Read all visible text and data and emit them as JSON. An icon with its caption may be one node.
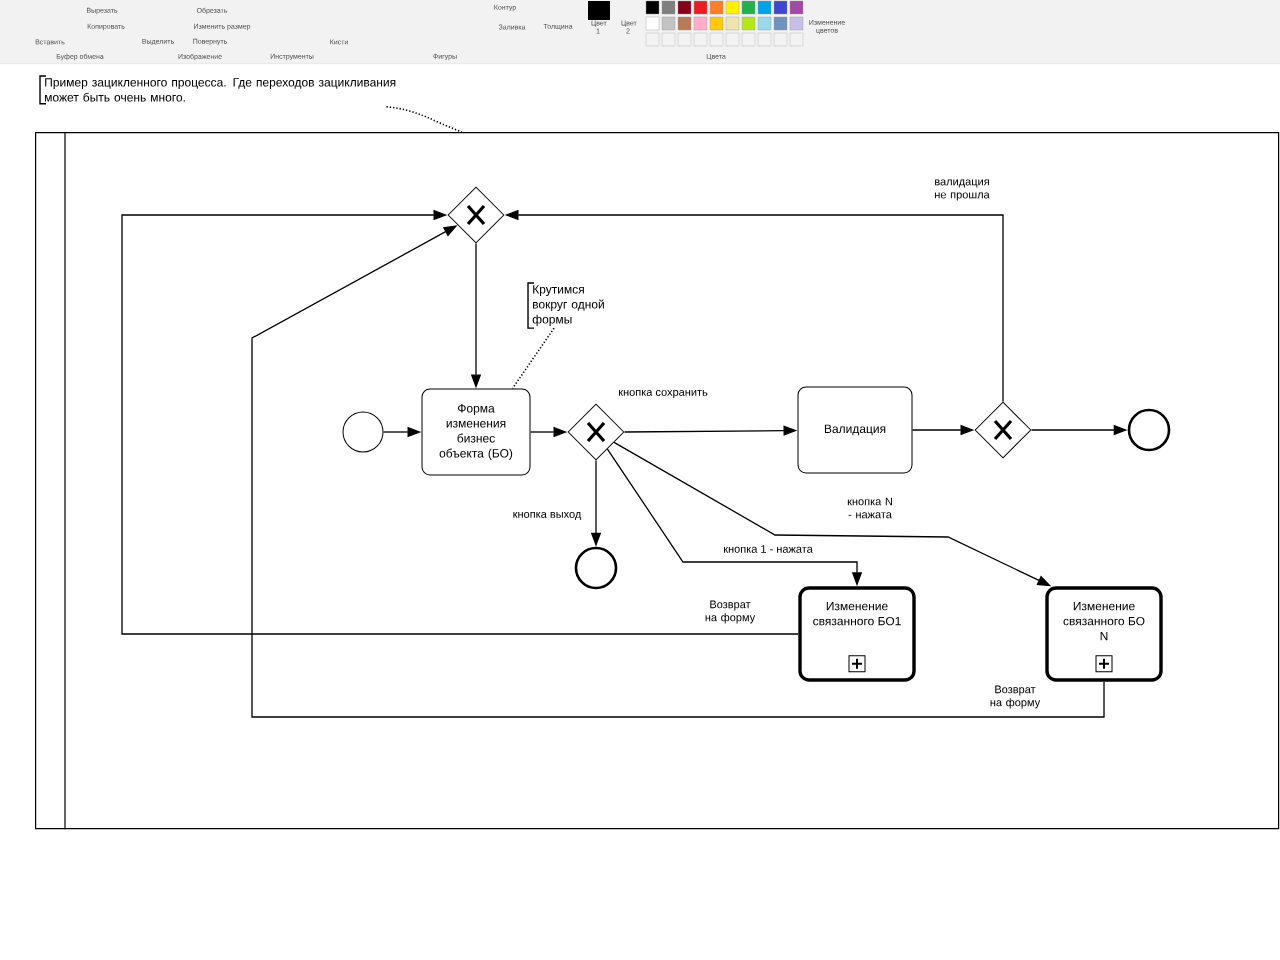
{
  "diagram": {
    "nodes": [
      {
        "text": [],
        "shape": "box"
      },
      {
        "text": [
          "Пример зацикленного процесса. Где переходов зацикливания может быть очень много."
        ]
      },
      {
        "text": [],
        "shape": "diamond",
        "in": 0
      },
      {
        "text": [
          "Крутимся вокруг одной формы"
        ],
        "in": 0
      },
      {
        "text": [],
        "shape": "circle",
        "in": 0
      },
      {
        "text": [
          "Форма изменения бизнес объекта (БО)"
        ],
        "in": 0
      },
      {
        "text": [],
        "shape": "diamond",
        "in": 0
      },
      {
        "text": [
          "Валидация"
        ],
        "in": 0
      },
      {
        "text": [],
        "shape": "diamond",
        "in": 0
      },
      {
        "text": [],
        "shape": "circle",
        "in": 0
      },
      {
        "text": [],
        "shape": "circle",
        "in": 0
      },
      {
        "text": [
          "Изменение связанного БО1"
        ],
        "in": 0
      },
      {
        "text": [
          "Изменение связанного БО N"
        ],
        "in": 0
      }
    ],
    "edges": [
      {
        "from": 1,
        "to": 0,
        "arrow": "none",
        "style": "dashed"
      },
      {
        "from": 3,
        "to": 5,
        "arrow": "none",
        "style": "dashed"
      },
      {
        "from": 4,
        "to": 5,
        "arrow": "to"
      },
      {
        "from": 2,
        "to": 5,
        "arrow": "to"
      },
      {
        "from": 5,
        "to": 6,
        "arrow": "to"
      },
      {
        "from": 6,
        "to": 7,
        "arrow": "to",
        "label": "кнопка сохранить"
      },
      {
        "from": 7,
        "to": 8,
        "arrow": "to"
      },
      {
        "from": 8,
        "to": 9,
        "arrow": "to"
      },
      {
        "from": 8,
        "to": 2,
        "arrow": "to",
        "label": "валидация не прошла"
      },
      {
        "from": 6,
        "to": 10,
        "arrow": "to",
        "label": "кнопка выход"
      },
      {
        "from": 6,
        "to": 11,
        "arrow": "to",
        "label": "кнопка 1 - нажата"
      },
      {
        "from": 6,
        "to": 12,
        "arrow": "to",
        "label": "кнопка N - нажата"
      },
      {
        "from": 11,
        "to": 2,
        "arrow": "to",
        "label": "Возврат на форму"
      },
      {
        "from": 12,
        "to": 2,
        "arrow": "to",
        "label": "Возврат на форму"
      }
    ],
    "labels": [
      "Вырезать",
      "Обрезать",
      "Контур",
      "Копировать",
      "Изменить размер",
      "Заливка",
      "Толщина",
      "Цвет 1",
      "Цвет 2",
      "Изменение цветов",
      "Вставить",
      "Выделить",
      "Повернуть",
      "Кисти",
      "Буфер обмена",
      "Изображение",
      "Инструменты",
      "Фигуры",
      "Цвета"
    ]
  }
}
